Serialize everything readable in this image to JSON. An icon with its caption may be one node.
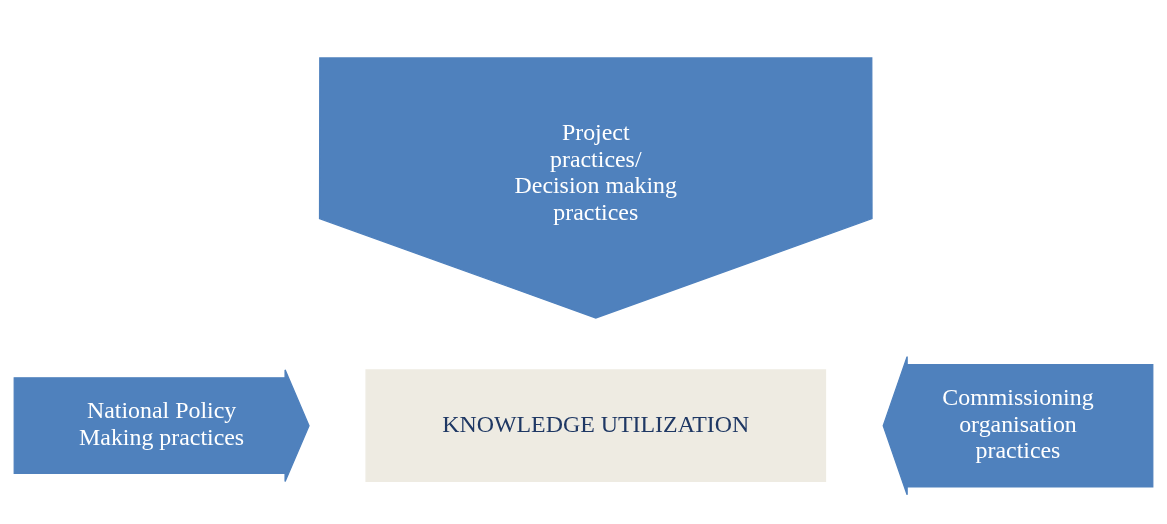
{
  "diagram": {
    "nodes": [
      {
        "text": [
          "Project practices/",
          "Decision making practices"
        ]
      },
      {
        "text": [
          "National Policy",
          "Making practices"
        ]
      },
      {
        "text": [
          "KNOWLEDGE UTILIZATION"
        ]
      },
      {
        "text": [
          "Commissioning organisation practices"
        ]
      }
    ]
  }
}
